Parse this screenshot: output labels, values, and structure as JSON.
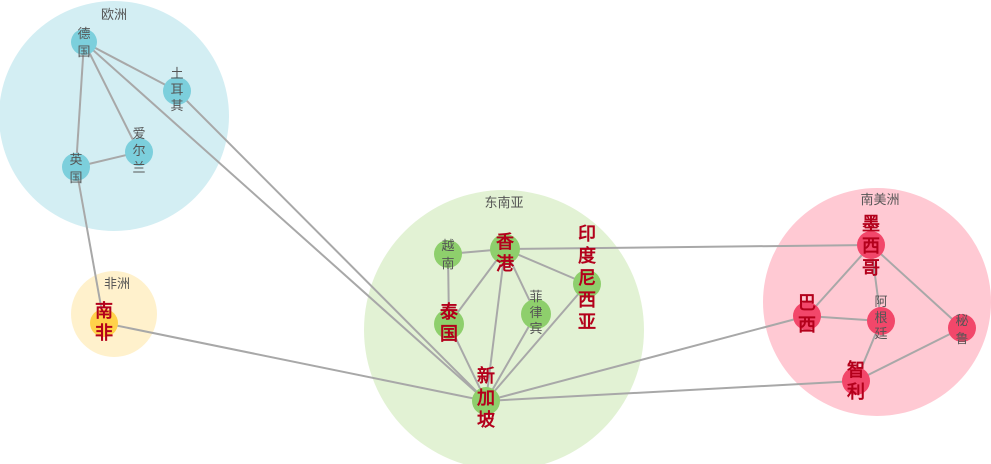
{
  "colors": {
    "europe_region": "#d3eef3",
    "europe_node": "#7ccfdc",
    "africa_region": "#fff1cc",
    "africa_node": "#ffd24a",
    "sea_region": "#e2f2d4",
    "sea_node": "#8ecf6c",
    "sa_region": "#ffc9d3",
    "sa_node": "#f2476a",
    "edge": "#a8a8a8",
    "label_small": "#555555",
    "label_big": "#b3001b"
  },
  "regions": [
    {
      "id": "europe",
      "label": "欧洲",
      "color_key": "europe_region"
    },
    {
      "id": "africa",
      "label": "非洲",
      "color_key": "africa_region"
    },
    {
      "id": "sea",
      "label": "东南亚",
      "color_key": "sea_region"
    },
    {
      "id": "sa",
      "label": "南美洲",
      "color_key": "sa_region"
    }
  ],
  "nodes": [
    {
      "id": "germany",
      "label": "德国",
      "region": "europe",
      "emphasis": false
    },
    {
      "id": "turkey",
      "label": "土耳其",
      "region": "europe",
      "emphasis": false
    },
    {
      "id": "ireland",
      "label": "爱尔兰",
      "region": "europe",
      "emphasis": false
    },
    {
      "id": "uk",
      "label": "英国",
      "region": "europe",
      "emphasis": false
    },
    {
      "id": "southafrica",
      "label": "南非",
      "region": "africa",
      "emphasis": true
    },
    {
      "id": "vietnam",
      "label": "越南",
      "region": "sea",
      "emphasis": false
    },
    {
      "id": "hongkong",
      "label": "香港",
      "region": "sea",
      "emphasis": true
    },
    {
      "id": "indonesia",
      "label": "印度尼西亚",
      "region": "sea",
      "emphasis": true
    },
    {
      "id": "thailand",
      "label": "泰国",
      "region": "sea",
      "emphasis": true
    },
    {
      "id": "philippines",
      "label": "菲律宾",
      "region": "sea",
      "emphasis": false
    },
    {
      "id": "singapore",
      "label": "新加坡",
      "region": "sea",
      "emphasis": true
    },
    {
      "id": "mexico",
      "label": "墨西哥",
      "region": "sa",
      "emphasis": true
    },
    {
      "id": "brazil",
      "label": "巴西",
      "region": "sa",
      "emphasis": true
    },
    {
      "id": "argentina",
      "label": "阿根廷",
      "region": "sa",
      "emphasis": false
    },
    {
      "id": "peru",
      "label": "秘鲁",
      "region": "sa",
      "emphasis": false
    },
    {
      "id": "chile",
      "label": "智利",
      "region": "sa",
      "emphasis": true
    }
  ],
  "edges": [
    [
      "germany",
      "turkey"
    ],
    [
      "germany",
      "ireland"
    ],
    [
      "germany",
      "uk"
    ],
    [
      "uk",
      "ireland"
    ],
    [
      "germany",
      "singapore"
    ],
    [
      "turkey",
      "singapore"
    ],
    [
      "uk",
      "southafrica"
    ],
    [
      "southafrica",
      "singapore"
    ],
    [
      "vietnam",
      "hongkong"
    ],
    [
      "vietnam",
      "thailand"
    ],
    [
      "hongkong",
      "thailand"
    ],
    [
      "hongkong",
      "indonesia"
    ],
    [
      "hongkong",
      "philippines"
    ],
    [
      "hongkong",
      "singapore"
    ],
    [
      "hongkong",
      "mexico"
    ],
    [
      "thailand",
      "singapore"
    ],
    [
      "philippines",
      "singapore"
    ],
    [
      "indonesia",
      "singapore"
    ],
    [
      "singapore",
      "brazil"
    ],
    [
      "singapore",
      "chile"
    ],
    [
      "mexico",
      "brazil"
    ],
    [
      "mexico",
      "argentina"
    ],
    [
      "mexico",
      "peru"
    ],
    [
      "brazil",
      "argentina"
    ],
    [
      "argentina",
      "chile"
    ],
    [
      "chile",
      "peru"
    ]
  ]
}
